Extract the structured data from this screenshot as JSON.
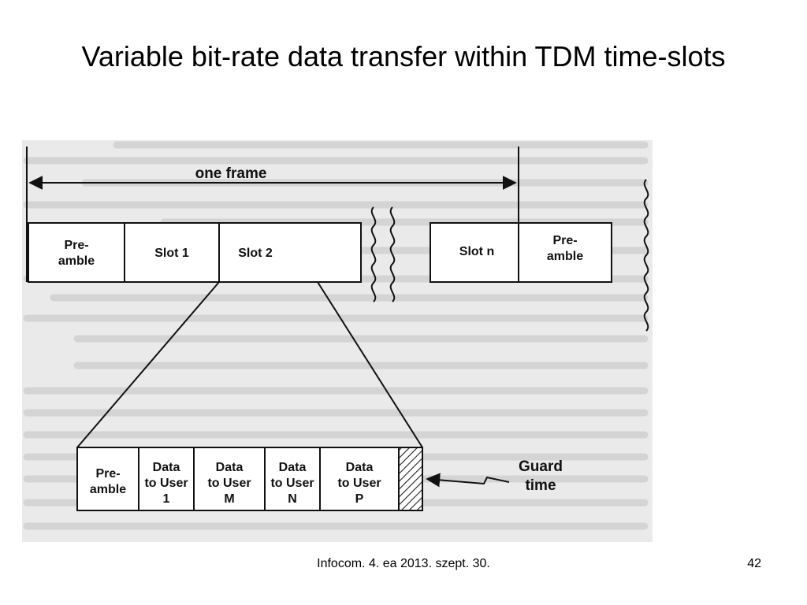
{
  "title": "Variable bit-rate data transfer within TDM time-slots",
  "footer": "Infocom. 4. ea 2013. szept. 30.",
  "page_number": "42",
  "diagram": {
    "frame_label": "one frame",
    "top_row": {
      "preamble": [
        "Pre-",
        "amble"
      ],
      "slot1": "Slot 1",
      "slot2": "Slot 2",
      "slotn": "Slot n",
      "next_preamble": [
        "Pre-",
        "amble"
      ]
    },
    "bottom_row": {
      "preamble": [
        "Pre-",
        "amble"
      ],
      "data1": [
        "Data",
        "to User",
        "1"
      ],
      "dataM": [
        "Data",
        "to User",
        "M"
      ],
      "dataN": [
        "Data",
        "to User",
        "N"
      ],
      "dataP": [
        "Data",
        "to User",
        "P"
      ],
      "guard": [
        "Guard",
        "time"
      ]
    }
  }
}
